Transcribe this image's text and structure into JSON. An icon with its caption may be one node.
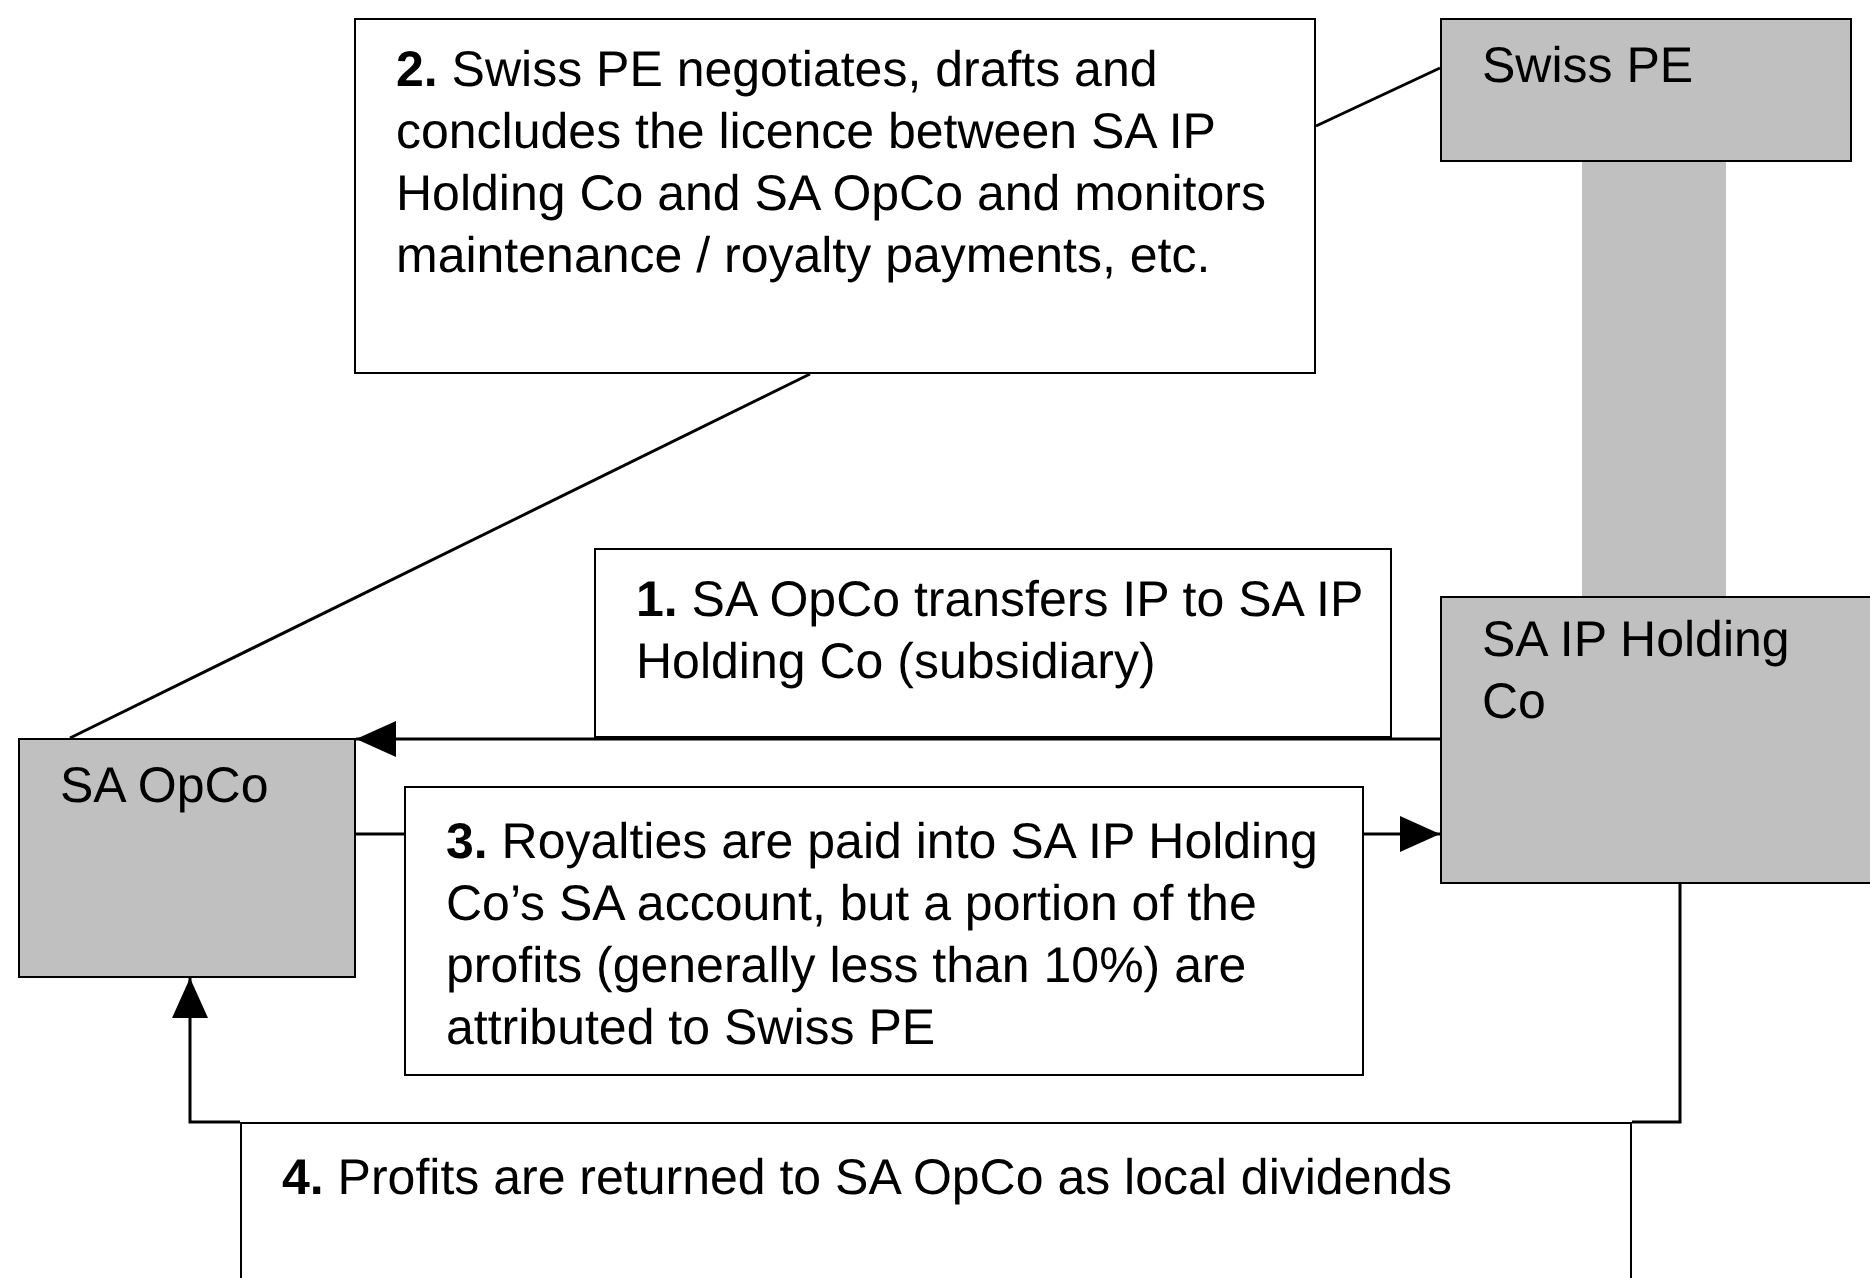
{
  "diagram": {
    "nodes": [
      {
        "text": [
          "**2.** Swiss PE negotiates, drafts and concludes the licence between SA IP Holding Co and SA OpCo and monitors maintenance / royalty payments, etc."
        ]
      },
      {
        "text": [
          "Swiss PE"
        ]
      },
      {
        "text": [
          "SA IP Holding Co"
        ]
      },
      {
        "text": [
          "**1.** SA OpCo transfers IP to SA IP Holding Co (subsidiary)"
        ]
      },
      {
        "text": [
          "SA OpCo"
        ]
      },
      {
        "text": [
          "**3.** Royalties are paid into SA IP Holding Co’s SA account, but a portion of the profits (generally less than 10%) are attributed to Swiss PE"
        ]
      },
      {
        "text": [
          "**4.** Profits are returned to SA OpCo as local dividends"
        ]
      }
    ],
    "edges": [
      {
        "from": 0,
        "to": 1,
        "arrow": "none"
      },
      {
        "from": 0,
        "to": 4,
        "arrow": "none"
      },
      {
        "from": 1,
        "to": 2,
        "arrow": "none",
        "style": "thick",
        "color": "#c0c0c0"
      },
      {
        "from": 2,
        "to": 4,
        "arrow": "to"
      },
      {
        "from": 4,
        "to": 5,
        "arrow": "none"
      },
      {
        "from": 5,
        "to": 2,
        "arrow": "to"
      },
      {
        "from": 2,
        "to": 6,
        "arrow": "none"
      },
      {
        "from": 6,
        "to": 4,
        "arrow": "to"
      }
    ]
  }
}
